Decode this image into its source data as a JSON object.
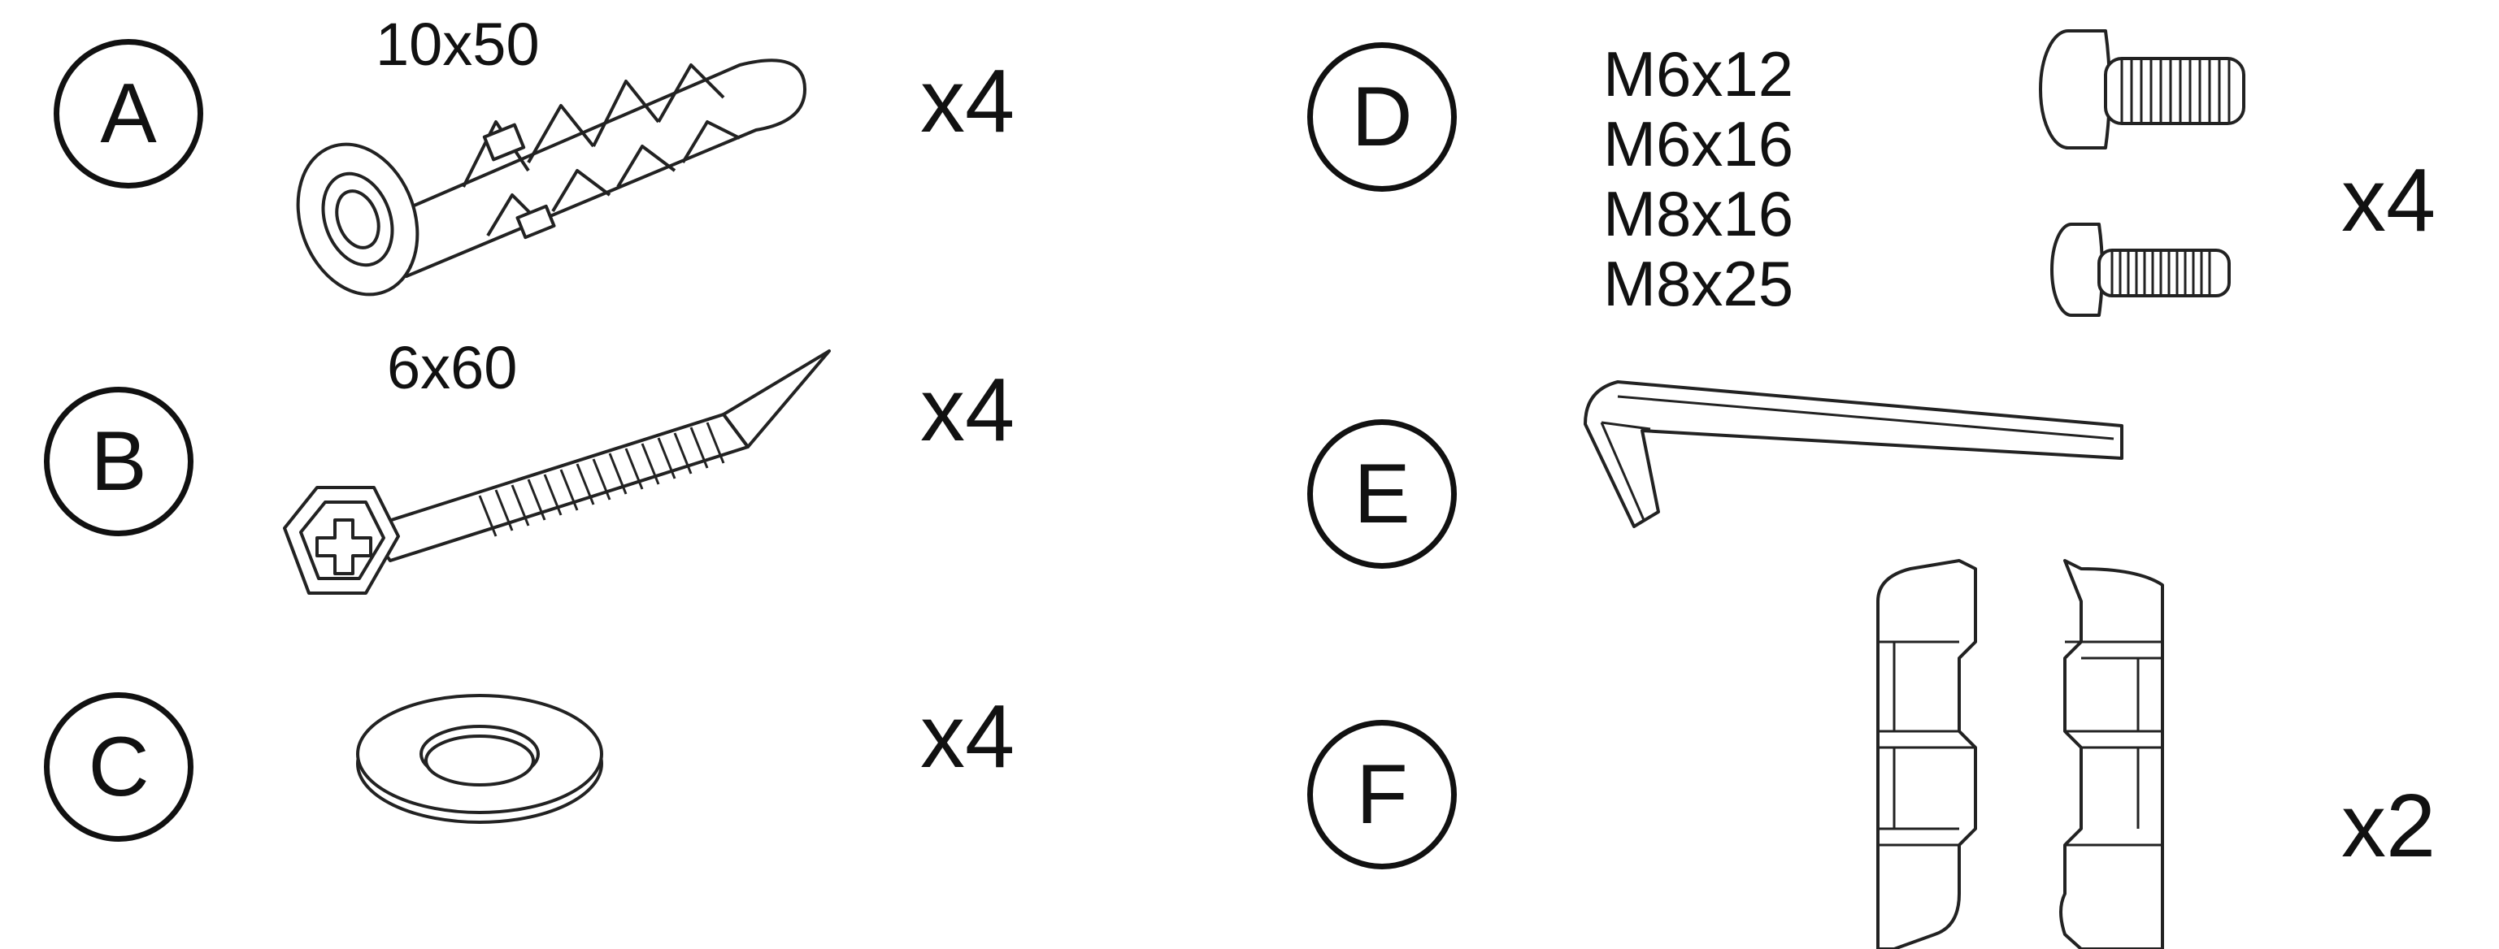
{
  "parts": [
    {
      "letter": "A",
      "size": "10x50",
      "quantity": "x4",
      "icon": "wall-anchor-icon"
    },
    {
      "letter": "B",
      "size": "6x60",
      "quantity": "x4",
      "icon": "hex-lag-screw-icon"
    },
    {
      "letter": "C",
      "size": "",
      "quantity": "x4",
      "icon": "washer-icon"
    },
    {
      "letter": "D",
      "sizes": [
        "M6x12",
        "M6x16",
        "M8x16",
        "M8x25"
      ],
      "quantity": "x4",
      "icon": "machine-screw-icon"
    },
    {
      "letter": "E",
      "size": "",
      "quantity": "",
      "icon": "allen-key-icon"
    },
    {
      "letter": "F",
      "size": "",
      "quantity": "x2",
      "icon": "spacer-clip-icon"
    }
  ]
}
